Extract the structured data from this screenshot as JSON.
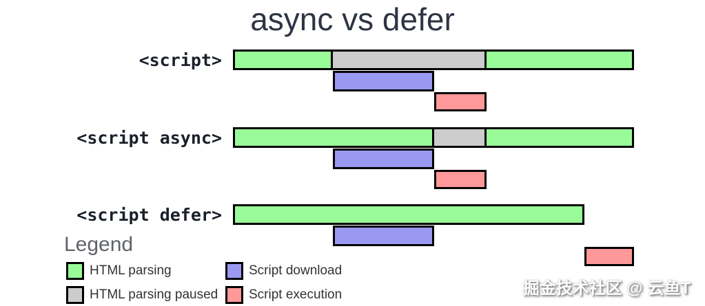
{
  "title": "async vs defer",
  "watermark": "掘金技术社区 @ 云鱼T",
  "colors": {
    "html_parsing": "#98fb98",
    "html_parsing_paused": "#cccccc",
    "script_download": "#9a99f2",
    "script_execution": "#ff9999",
    "bar_border": "#000000"
  },
  "legend": {
    "title": "Legend",
    "items": [
      {
        "key": "html_parsing",
        "label": "HTML parsing"
      },
      {
        "key": "script_download",
        "label": "Script download"
      },
      {
        "key": "html_parsing_paused",
        "label": "HTML parsing paused"
      },
      {
        "key": "script_execution",
        "label": "Script execution"
      }
    ]
  },
  "rows": [
    {
      "label": "<script>",
      "bars": [
        {
          "lane": 0,
          "key": "html_parsing",
          "from": 0,
          "to": 145
        },
        {
          "lane": 0,
          "key": "html_parsing_paused",
          "from": 145,
          "to": 368
        },
        {
          "lane": 0,
          "key": "html_parsing",
          "from": 368,
          "to": 582
        },
        {
          "lane": 1,
          "key": "script_download",
          "from": 145,
          "to": 292
        },
        {
          "lane": 2,
          "key": "script_execution",
          "from": 292,
          "to": 368
        }
      ]
    },
    {
      "label": "<script async>",
      "bars": [
        {
          "lane": 0,
          "key": "html_parsing",
          "from": 0,
          "to": 292
        },
        {
          "lane": 0,
          "key": "html_parsing_paused",
          "from": 292,
          "to": 368
        },
        {
          "lane": 0,
          "key": "html_parsing",
          "from": 368,
          "to": 582
        },
        {
          "lane": 1,
          "key": "script_download",
          "from": 145,
          "to": 292
        },
        {
          "lane": 2,
          "key": "script_execution",
          "from": 292,
          "to": 368
        }
      ]
    },
    {
      "label": "<script defer>",
      "bars": [
        {
          "lane": 0,
          "key": "html_parsing",
          "from": 0,
          "to": 510
        },
        {
          "lane": 1,
          "key": "script_download",
          "from": 145,
          "to": 292
        },
        {
          "lane": 2,
          "key": "script_execution",
          "from": 510,
          "to": 582
        }
      ]
    }
  ]
}
